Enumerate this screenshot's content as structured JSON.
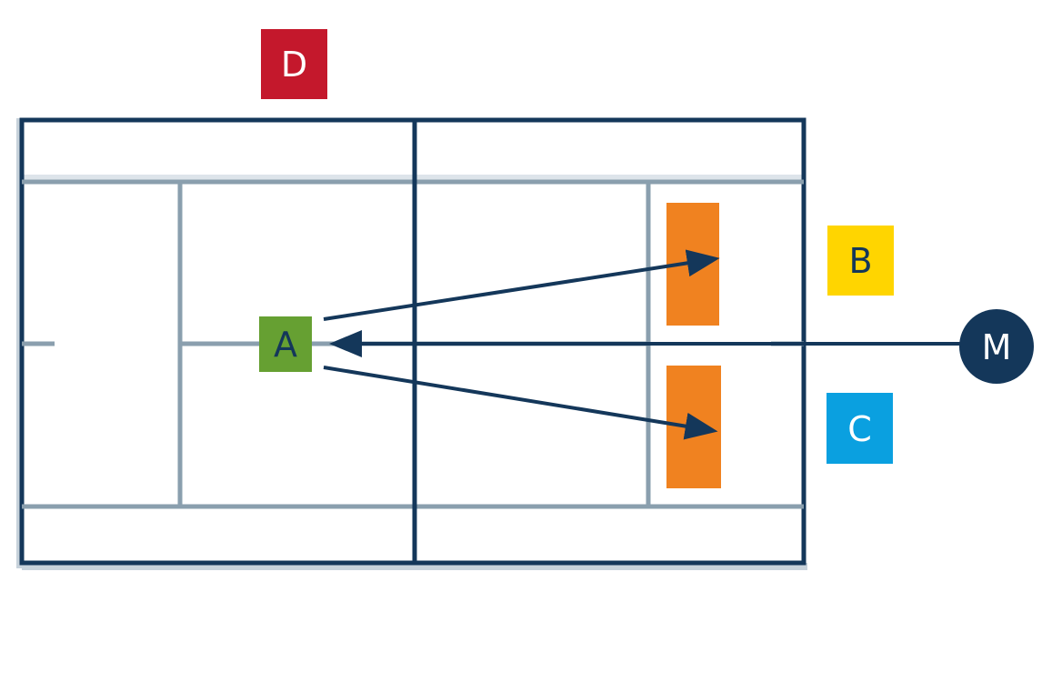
{
  "labels": {
    "d": "D",
    "a": "A",
    "b": "B",
    "c": "C",
    "m": "M"
  },
  "colors": {
    "court_line_dark": "#14375a",
    "court_line_light": "#8a9fae",
    "court_shadow": "#dde4ea",
    "marker_d": "#c4182c",
    "marker_a": "#66a032",
    "marker_b": "#ffd500",
    "marker_c": "#0aa0e0",
    "marker_m": "#14375a",
    "target_zone": "#f08220",
    "arrow": "#14375a"
  }
}
